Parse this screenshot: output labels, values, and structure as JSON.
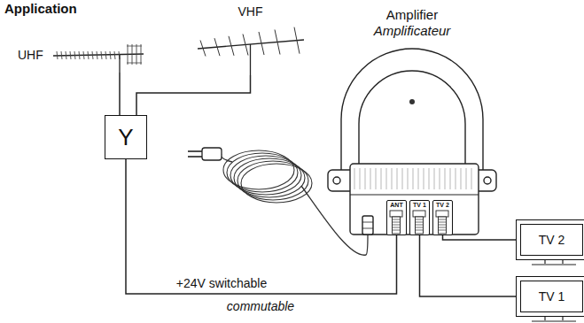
{
  "diagram": {
    "title": "Application",
    "nodes": [
      {
        "text": [
          "UHF"
        ]
      },
      {
        "text": [
          "VHF"
        ]
      },
      {
        "text": [
          "Y"
        ]
      },
      {
        "text": [
          "Amplifier",
          "Amplificateur"
        ]
      },
      {
        "text": [
          "ANT"
        ],
        "in": 3
      },
      {
        "text": [
          "TV 1"
        ],
        "in": 3
      },
      {
        "text": [
          "TV 2"
        ],
        "in": 3
      },
      {
        "text": [
          "TV 2"
        ]
      },
      {
        "text": [
          "TV 1"
        ]
      }
    ],
    "edges": [
      {
        "from": 0,
        "to": 2,
        "arrow": "none"
      },
      {
        "from": 1,
        "to": 2,
        "arrow": "none"
      },
      {
        "from": 2,
        "to": 4,
        "label": "+24V switchable",
        "arrow": "none"
      },
      {
        "from": 6,
        "to": 7,
        "arrow": "none"
      },
      {
        "from": 5,
        "to": 8,
        "arrow": "none"
      }
    ],
    "labels": [
      "commutable"
    ]
  }
}
